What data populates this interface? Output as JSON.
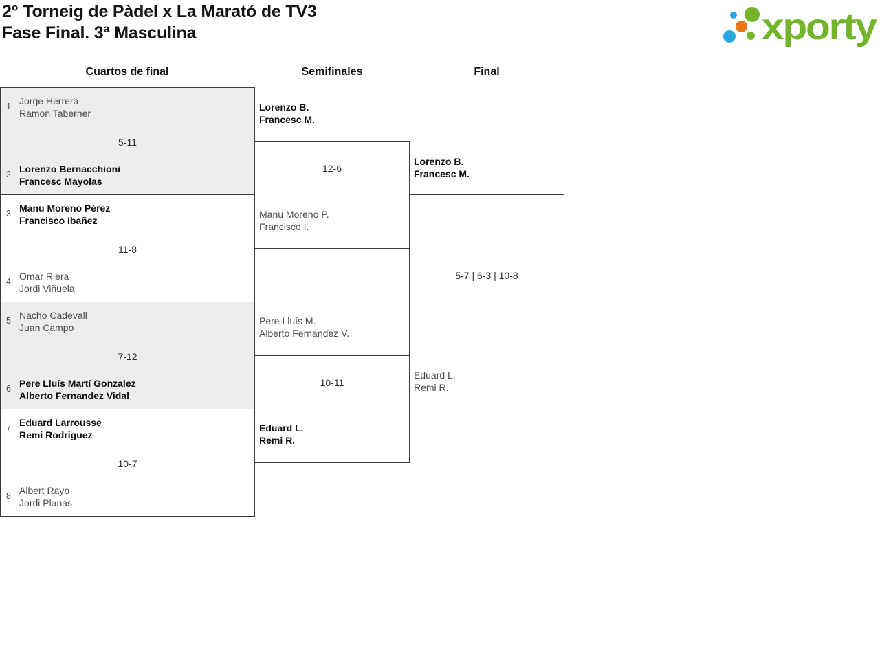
{
  "header": {
    "title_line1": "2° Torneig de Pàdel x La Marató de TV3",
    "title_line2": "Fase Final. 3ª Masculina"
  },
  "logo": {
    "text": "xporty",
    "colors": {
      "green": "#72b52a",
      "blue": "#29a8df",
      "orange": "#e87817"
    }
  },
  "columns": {
    "quarterfinals": "Cuartos de final",
    "semifinals": "Semifinales",
    "final": "Final"
  },
  "bracket": {
    "quarterfinals": [
      {
        "score": "5-11",
        "teams": [
          {
            "seed": "1",
            "line1": "Jorge Herrera",
            "line2": "Ramon Taberner",
            "winner": false
          },
          {
            "seed": "2",
            "line1": "Lorenzo Bernacchioni",
            "line2": "Francesc Mayolas",
            "winner": true
          }
        ]
      },
      {
        "score": "11-8",
        "teams": [
          {
            "seed": "3",
            "line1": "Manu Moreno Pérez",
            "line2": "Francisco Ibañez",
            "winner": true
          },
          {
            "seed": "4",
            "line1": "Omar Riera",
            "line2": "Jordi Viñuela",
            "winner": false
          }
        ]
      },
      {
        "score": "7-12",
        "teams": [
          {
            "seed": "5",
            "line1": "Nacho Cadevall",
            "line2": "Juan Campo",
            "winner": false
          },
          {
            "seed": "6",
            "line1": "Pere Lluís Martí Gonzalez",
            "line2": "Alberto Fernandez Vidal",
            "winner": true
          }
        ]
      },
      {
        "score": "10-7",
        "teams": [
          {
            "seed": "7",
            "line1": "Eduard Larrousse",
            "line2": "Remi Rodriguez",
            "winner": true
          },
          {
            "seed": "8",
            "line1": "Albert Rayo",
            "line2": "Jordi Planas",
            "winner": false
          }
        ]
      }
    ],
    "semifinals": [
      {
        "score": "12-6",
        "teams": [
          {
            "line1": "Lorenzo B.",
            "line2": "Francesc M.",
            "winner": true
          },
          {
            "line1": "Manu Moreno P.",
            "line2": "Francisco I.",
            "winner": false
          }
        ]
      },
      {
        "score": "10-11",
        "teams": [
          {
            "line1": "Pere Lluís M.",
            "line2": "Alberto Fernandez V.",
            "winner": false
          },
          {
            "line1": "Eduard L.",
            "line2": "Remi R.",
            "winner": true
          }
        ]
      }
    ],
    "final": {
      "score": "5-7 | 6-3 | 10-8",
      "teams": [
        {
          "line1": "Lorenzo B.",
          "line2": "Francesc M.",
          "winner": true
        },
        {
          "line1": "Eduard L.",
          "line2": "Remi R.",
          "winner": false
        }
      ]
    }
  }
}
